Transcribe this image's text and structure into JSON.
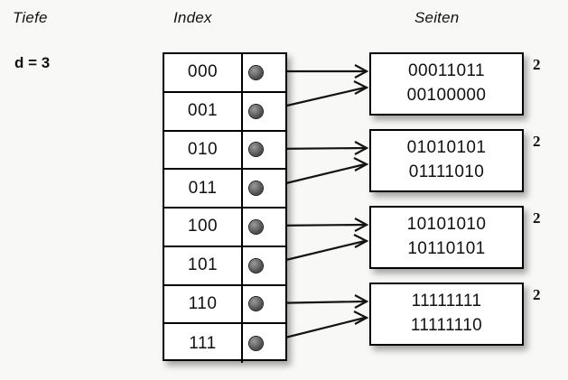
{
  "headings": {
    "depth": "Tiefe",
    "index": "Index",
    "pages": "Seiten"
  },
  "depth": {
    "label": "d = 3"
  },
  "index_table": {
    "rows": [
      {
        "key": "000",
        "pointer": "pointer-dot"
      },
      {
        "key": "001",
        "pointer": "pointer-dot"
      },
      {
        "key": "010",
        "pointer": "pointer-dot"
      },
      {
        "key": "011",
        "pointer": "pointer-dot"
      },
      {
        "key": "100",
        "pointer": "pointer-dot"
      },
      {
        "key": "101",
        "pointer": "pointer-dot"
      },
      {
        "key": "110",
        "pointer": "pointer-dot"
      },
      {
        "key": "111",
        "pointer": "pointer-dot"
      }
    ]
  },
  "pages": [
    {
      "line1": "00011011",
      "line2": "00100000",
      "count": "2"
    },
    {
      "line1": "01010101",
      "line2": "01111010",
      "count": "2"
    },
    {
      "line1": "10101010",
      "line2": "10110101",
      "count": "2"
    },
    {
      "line1": "11111111",
      "line2": "11111110",
      "count": "2"
    }
  ],
  "colors": {
    "background": "#f8f8f6",
    "stroke": "#000000",
    "box_fill": "#ffffff",
    "text": "#111111",
    "dot": "#4a4a4a"
  }
}
